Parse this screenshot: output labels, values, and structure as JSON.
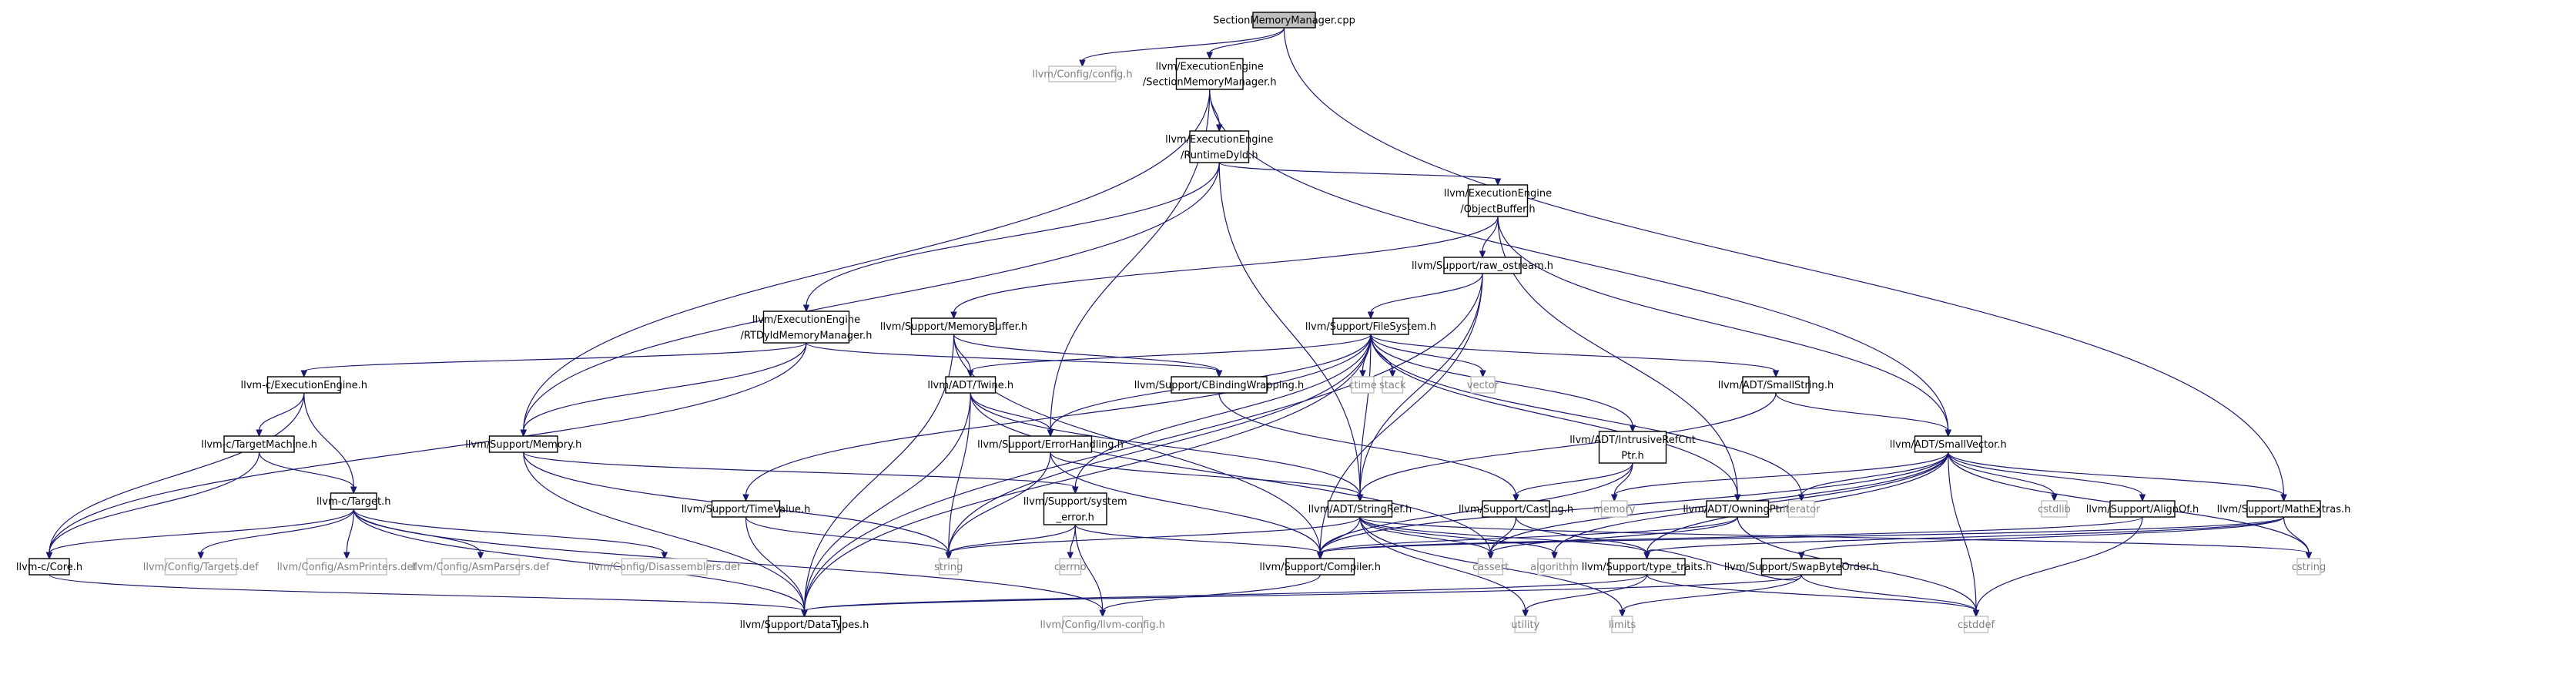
{
  "colors": {
    "edge": "#191970",
    "node_border": "#000000",
    "external_border": "#bfbfbf",
    "external_text": "#808080",
    "root_fill": "#bfbfbf"
  },
  "nodes": [
    {
      "id": "root",
      "lines": [
        "SectionMemoryManager.cpp"
      ],
      "style": "root"
    },
    {
      "id": "config",
      "lines": [
        "llvm/Config/config.h"
      ],
      "style": "ext"
    },
    {
      "id": "smm",
      "lines": [
        "llvm/ExecutionEngine",
        "/SectionMemoryManager.h"
      ],
      "style": "norm"
    },
    {
      "id": "rtdyld",
      "lines": [
        "llvm/ExecutionEngine",
        "/RuntimeDyld.h"
      ],
      "style": "norm"
    },
    {
      "id": "objbuf",
      "lines": [
        "llvm/ExecutionEngine",
        "/ObjectBuffer.h"
      ],
      "style": "norm"
    },
    {
      "id": "rawos",
      "lines": [
        "llvm/Support/raw_ostream.h"
      ],
      "style": "norm"
    },
    {
      "id": "rtmm",
      "lines": [
        "llvm/ExecutionEngine",
        "/RTDyldMemoryManager.h"
      ],
      "style": "norm"
    },
    {
      "id": "membuf",
      "lines": [
        "llvm/Support/MemoryBuffer.h"
      ],
      "style": "norm"
    },
    {
      "id": "fs",
      "lines": [
        "llvm/Support/FileSystem.h"
      ],
      "style": "norm"
    },
    {
      "id": "ee",
      "lines": [
        "llvm-c/ExecutionEngine.h"
      ],
      "style": "norm"
    },
    {
      "id": "cbw",
      "lines": [
        "llvm/Support/CBindingWrapping.h"
      ],
      "style": "norm"
    },
    {
      "id": "twine",
      "lines": [
        "llvm/ADT/Twine.h"
      ],
      "style": "norm"
    },
    {
      "id": "ctime",
      "lines": [
        "ctime"
      ],
      "style": "ext"
    },
    {
      "id": "stack",
      "lines": [
        "stack"
      ],
      "style": "ext"
    },
    {
      "id": "vector",
      "lines": [
        "vector"
      ],
      "style": "ext"
    },
    {
      "id": "smallstr",
      "lines": [
        "llvm/ADT/SmallString.h"
      ],
      "style": "norm"
    },
    {
      "id": "tm",
      "lines": [
        "llvm-c/TargetMachine.h"
      ],
      "style": "norm"
    },
    {
      "id": "memory",
      "lines": [
        "llvm/Support/Memory.h"
      ],
      "style": "norm"
    },
    {
      "id": "errh",
      "lines": [
        "llvm/Support/ErrorHandling.h"
      ],
      "style": "norm"
    },
    {
      "id": "irc",
      "lines": [
        "llvm/ADT/IntrusiveRefCnt",
        "Ptr.h"
      ],
      "style": "norm"
    },
    {
      "id": "smallvec",
      "lines": [
        "llvm/ADT/SmallVector.h"
      ],
      "style": "norm"
    },
    {
      "id": "target",
      "lines": [
        "llvm-c/Target.h"
      ],
      "style": "norm"
    },
    {
      "id": "timeval",
      "lines": [
        "llvm/Support/TimeValue.h"
      ],
      "style": "norm"
    },
    {
      "id": "syserr",
      "lines": [
        "llvm/Support/system",
        "_error.h"
      ],
      "style": "norm"
    },
    {
      "id": "stringref",
      "lines": [
        "llvm/ADT/StringRef.h"
      ],
      "style": "norm"
    },
    {
      "id": "casting",
      "lines": [
        "llvm/Support/Casting.h"
      ],
      "style": "norm"
    },
    {
      "id": "ownptr",
      "lines": [
        "llvm/ADT/OwningPtr.h"
      ],
      "style": "norm"
    },
    {
      "id": "memory_std",
      "lines": [
        "memory"
      ],
      "style": "ext"
    },
    {
      "id": "iterator",
      "lines": [
        "iterator"
      ],
      "style": "ext"
    },
    {
      "id": "cstdlib",
      "lines": [
        "cstdlib"
      ],
      "style": "ext"
    },
    {
      "id": "alignof",
      "lines": [
        "llvm/Support/AlignOf.h"
      ],
      "style": "norm"
    },
    {
      "id": "mathx",
      "lines": [
        "llvm/Support/MathExtras.h"
      ],
      "style": "norm"
    },
    {
      "id": "core",
      "lines": [
        "llvm-c/Core.h"
      ],
      "style": "norm"
    },
    {
      "id": "targets_def",
      "lines": [
        "llvm/Config/Targets.def"
      ],
      "style": "ext"
    },
    {
      "id": "asmprinters",
      "lines": [
        "llvm/Config/AsmPrinters.def"
      ],
      "style": "ext"
    },
    {
      "id": "asmparsers",
      "lines": [
        "llvm/Config/AsmParsers.def"
      ],
      "style": "ext"
    },
    {
      "id": "disasm",
      "lines": [
        "llvm/Config/Disassemblers.def"
      ],
      "style": "ext"
    },
    {
      "id": "string",
      "lines": [
        "string"
      ],
      "style": "ext"
    },
    {
      "id": "cerrno",
      "lines": [
        "cerrno"
      ],
      "style": "ext"
    },
    {
      "id": "compiler",
      "lines": [
        "llvm/Support/Compiler.h"
      ],
      "style": "norm"
    },
    {
      "id": "cassert",
      "lines": [
        "cassert"
      ],
      "style": "ext"
    },
    {
      "id": "algorithm",
      "lines": [
        "algorithm"
      ],
      "style": "ext"
    },
    {
      "id": "typetraits",
      "lines": [
        "llvm/Support/type_traits.h"
      ],
      "style": "norm"
    },
    {
      "id": "swapbyte",
      "lines": [
        "llvm/Support/SwapByteOrder.h"
      ],
      "style": "norm"
    },
    {
      "id": "cstring",
      "lines": [
        "cstring"
      ],
      "style": "ext"
    },
    {
      "id": "datatypes",
      "lines": [
        "llvm/Support/DataTypes.h"
      ],
      "style": "norm"
    },
    {
      "id": "llvmconfig",
      "lines": [
        "llvm/Config/llvm-config.h"
      ],
      "style": "ext"
    },
    {
      "id": "utility",
      "lines": [
        "utility"
      ],
      "style": "ext"
    },
    {
      "id": "limits",
      "lines": [
        "limits"
      ],
      "style": "ext"
    },
    {
      "id": "cstddef",
      "lines": [
        "cstddef"
      ],
      "style": "ext"
    }
  ],
  "edges": [
    [
      "root",
      "config"
    ],
    [
      "root",
      "smm"
    ],
    [
      "root",
      "mathx"
    ],
    [
      "smm",
      "rtdyld"
    ],
    [
      "smm",
      "memory"
    ],
    [
      "smm",
      "errh"
    ],
    [
      "smm",
      "smallvec"
    ],
    [
      "rtdyld",
      "objbuf"
    ],
    [
      "rtdyld",
      "rtmm"
    ],
    [
      "rtdyld",
      "memory"
    ],
    [
      "rtdyld",
      "stringref"
    ],
    [
      "objbuf",
      "rawos"
    ],
    [
      "objbuf",
      "membuf"
    ],
    [
      "objbuf",
      "ownptr"
    ],
    [
      "objbuf",
      "smallvec"
    ],
    [
      "rawos",
      "fs"
    ],
    [
      "rawos",
      "datatypes"
    ],
    [
      "rawos",
      "stringref"
    ],
    [
      "rawos",
      "compiler"
    ],
    [
      "rtmm",
      "ee"
    ],
    [
      "rtmm",
      "cbw"
    ],
    [
      "rtmm",
      "memory"
    ],
    [
      "rtmm",
      "core"
    ],
    [
      "membuf",
      "twine"
    ],
    [
      "membuf",
      "cbw"
    ],
    [
      "membuf",
      "datatypes"
    ],
    [
      "membuf",
      "compiler"
    ],
    [
      "fs",
      "twine"
    ],
    [
      "fs",
      "ctime"
    ],
    [
      "fs",
      "stack"
    ],
    [
      "fs",
      "vector"
    ],
    [
      "fs",
      "smallstr"
    ],
    [
      "fs",
      "irc"
    ],
    [
      "fs",
      "errh"
    ],
    [
      "fs",
      "timeval"
    ],
    [
      "fs",
      "syserr"
    ],
    [
      "fs",
      "ownptr"
    ],
    [
      "fs",
      "iterator"
    ],
    [
      "fs",
      "string"
    ],
    [
      "fs",
      "datatypes"
    ],
    [
      "fs",
      "stringref"
    ],
    [
      "ee",
      "tm"
    ],
    [
      "ee",
      "target"
    ],
    [
      "ee",
      "core"
    ],
    [
      "cbw",
      "casting"
    ],
    [
      "twine",
      "errh"
    ],
    [
      "twine",
      "stringref"
    ],
    [
      "twine",
      "datatypes"
    ],
    [
      "twine",
      "string"
    ],
    [
      "twine",
      "cassert"
    ],
    [
      "smallstr",
      "smallvec"
    ],
    [
      "smallstr",
      "stringref"
    ],
    [
      "tm",
      "target"
    ],
    [
      "tm",
      "core"
    ],
    [
      "memory",
      "syserr"
    ],
    [
      "memory",
      "datatypes"
    ],
    [
      "memory",
      "string"
    ],
    [
      "errh",
      "compiler"
    ],
    [
      "errh",
      "stringref"
    ],
    [
      "errh",
      "string"
    ],
    [
      "irc",
      "memory_std"
    ],
    [
      "irc",
      "casting"
    ],
    [
      "irc",
      "compiler"
    ],
    [
      "smallvec",
      "alignof"
    ],
    [
      "smallvec",
      "compiler"
    ],
    [
      "smallvec",
      "mathx"
    ],
    [
      "smallvec",
      "typetraits"
    ],
    [
      "smallvec",
      "algorithm"
    ],
    [
      "smallvec",
      "cassert"
    ],
    [
      "smallvec",
      "cstddef"
    ],
    [
      "smallvec",
      "cstdlib"
    ],
    [
      "smallvec",
      "cstring"
    ],
    [
      "smallvec",
      "iterator"
    ],
    [
      "smallvec",
      "memory_std"
    ],
    [
      "target",
      "core"
    ],
    [
      "target",
      "targets_def"
    ],
    [
      "target",
      "asmprinters"
    ],
    [
      "target",
      "asmparsers"
    ],
    [
      "target",
      "disasm"
    ],
    [
      "target",
      "datatypes"
    ],
    [
      "target",
      "llvmconfig"
    ],
    [
      "timeval",
      "datatypes"
    ],
    [
      "timeval",
      "string"
    ],
    [
      "syserr",
      "cerrno"
    ],
    [
      "syserr",
      "string"
    ],
    [
      "syserr",
      "llvmconfig"
    ],
    [
      "syserr",
      "compiler"
    ],
    [
      "stringref",
      "compiler"
    ],
    [
      "stringref",
      "typetraits"
    ],
    [
      "stringref",
      "algorithm"
    ],
    [
      "stringref",
      "cassert"
    ],
    [
      "stringref",
      "cstring"
    ],
    [
      "stringref",
      "limits"
    ],
    [
      "stringref",
      "string"
    ],
    [
      "stringref",
      "utility"
    ],
    [
      "casting",
      "typetraits"
    ],
    [
      "casting",
      "cassert"
    ],
    [
      "ownptr",
      "compiler"
    ],
    [
      "ownptr",
      "cassert"
    ],
    [
      "ownptr",
      "cstddef"
    ],
    [
      "core",
      "datatypes"
    ],
    [
      "compiler",
      "llvmconfig"
    ],
    [
      "typetraits",
      "datatypes"
    ],
    [
      "typetraits",
      "cstddef"
    ],
    [
      "typetraits",
      "utility"
    ],
    [
      "swapbyte",
      "typetraits"
    ],
    [
      "swapbyte",
      "datatypes"
    ],
    [
      "swapbyte",
      "cstddef"
    ],
    [
      "swapbyte",
      "limits"
    ],
    [
      "alignof",
      "compiler"
    ],
    [
      "alignof",
      "cstddef"
    ],
    [
      "mathx",
      "swapbyte"
    ],
    [
      "mathx",
      "compiler"
    ],
    [
      "mathx",
      "typetraits"
    ],
    [
      "mathx",
      "cstring"
    ]
  ]
}
